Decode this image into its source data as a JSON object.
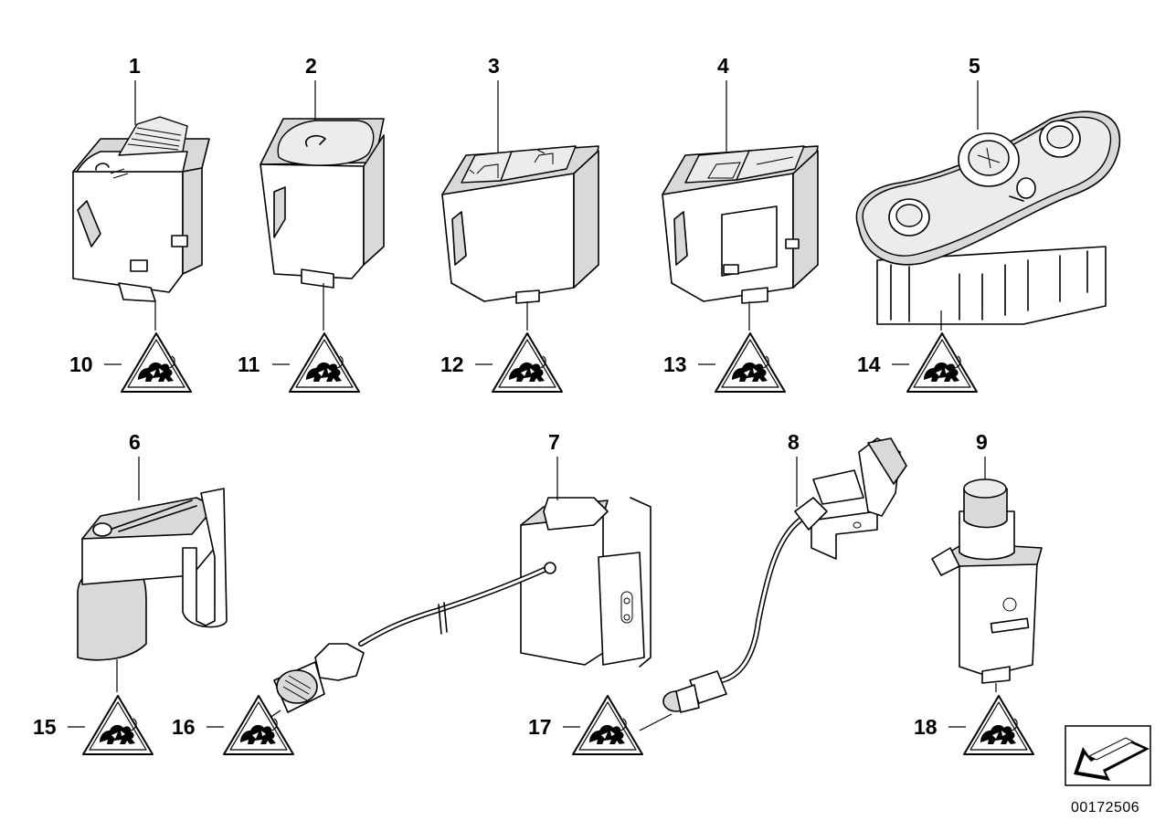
{
  "parts": {
    "p1": "1",
    "p2": "2",
    "p3": "3",
    "p4": "4",
    "p5": "5",
    "p6": "6",
    "p7": "7",
    "p8": "8",
    "p9": "9",
    "p10": "10",
    "p11": "11",
    "p12": "12",
    "p13": "13",
    "p14": "14",
    "p15": "15",
    "p16": "16",
    "p17": "17",
    "p18": "18"
  },
  "diagram_code": "00172506",
  "icons": {
    "warning": "electrostatic-sensitive-warning-icon",
    "nav": "arrow-icon"
  }
}
